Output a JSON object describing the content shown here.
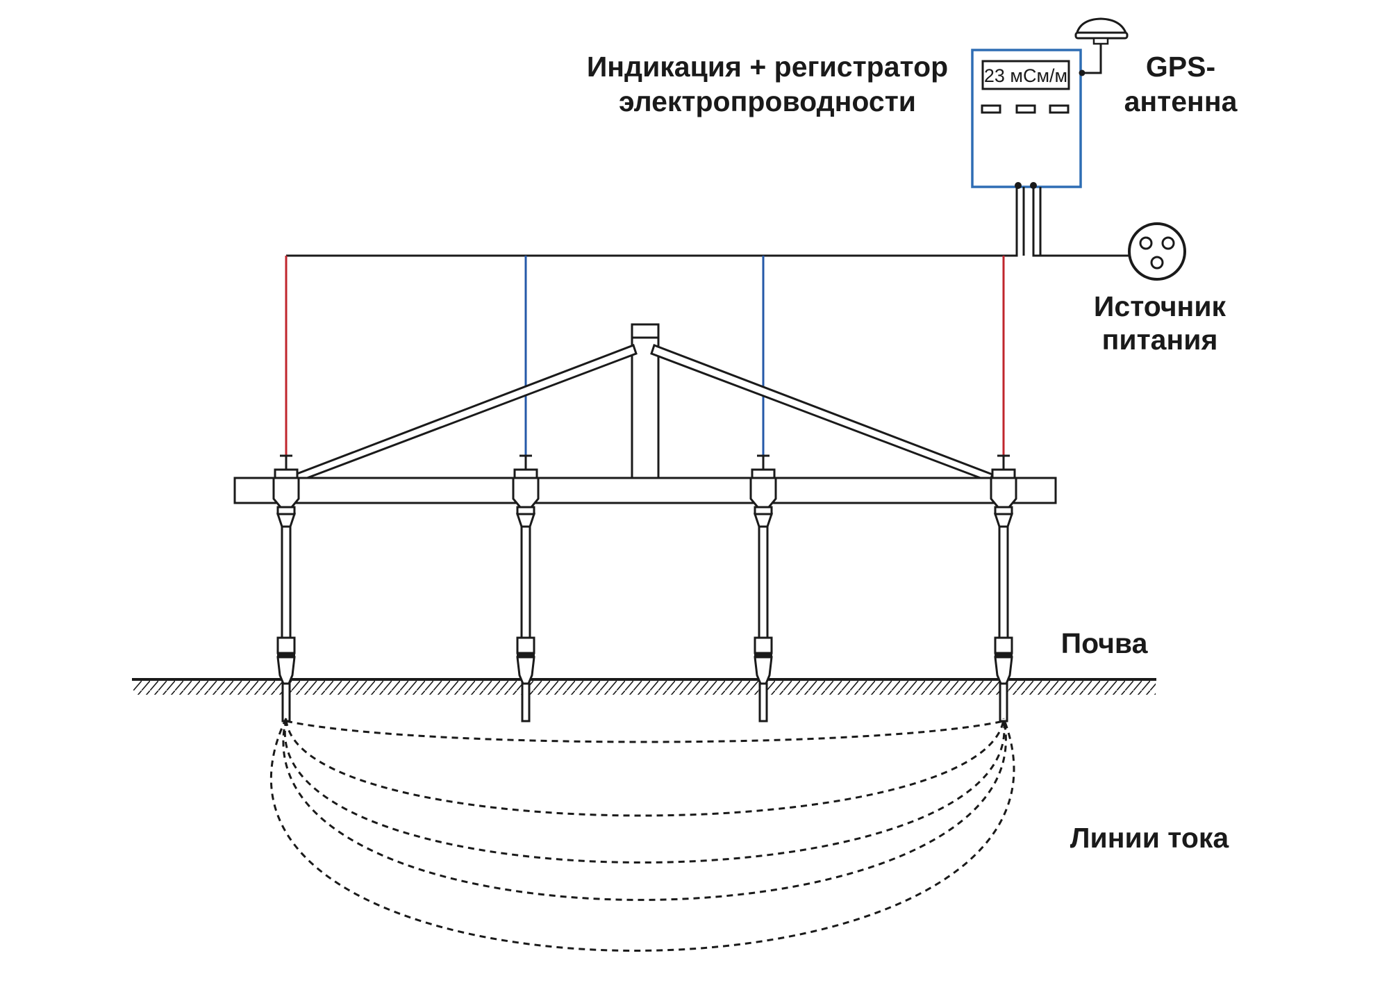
{
  "labels": {
    "logger_line1": "Индикация + регистратор",
    "logger_line2": "электропроводности",
    "gps_line1": "GPS-",
    "gps_line2": "антенна",
    "power_line1": "Источник",
    "power_line2": "питания",
    "soil": "Почва",
    "current_lines": "Линии тока"
  },
  "display": {
    "reading": "23 мСм/м"
  },
  "colors": {
    "outer_electrode_wire": "#c0262d",
    "inner_electrode_wire": "#2458a8",
    "logger_frame": "#2e6db4",
    "line": "#1a1a1a"
  },
  "icons": [
    "gps-antenna-icon",
    "power-socket-icon"
  ]
}
